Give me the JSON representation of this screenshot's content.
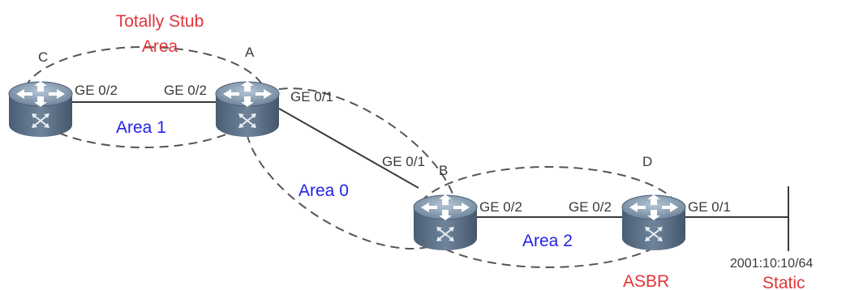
{
  "colors": {
    "area_label": "#2323e8",
    "highlight_label": "#e0363a",
    "link": "#3a3a3a",
    "area_border": "#555555",
    "router_body": "#5d7189",
    "router_top": "#8ea3b8"
  },
  "routers": {
    "c": {
      "name": "C",
      "icon": "router-icon"
    },
    "a": {
      "name": "A",
      "icon": "router-icon"
    },
    "b": {
      "name": "B",
      "icon": "router-icon"
    },
    "d": {
      "name": "D",
      "icon": "router-icon"
    }
  },
  "interfaces": {
    "c_a_left": "GE 0/2",
    "c_a_right": "GE 0/2",
    "a_b_top": "GE 0/1",
    "a_b_bottom": "GE 0/1",
    "b_d_left": "GE 0/2",
    "b_d_right": "GE 0/2",
    "d_net": "GE 0/1"
  },
  "areas": {
    "area1": "Area 1",
    "area0": "Area 0",
    "area2": "Area 2"
  },
  "annotations": {
    "totally_stub_line1": "Totally Stub",
    "totally_stub_line2": "Area",
    "asbr": "ASBR",
    "network_prefix": "2001:10:10/64",
    "static": "Static"
  }
}
